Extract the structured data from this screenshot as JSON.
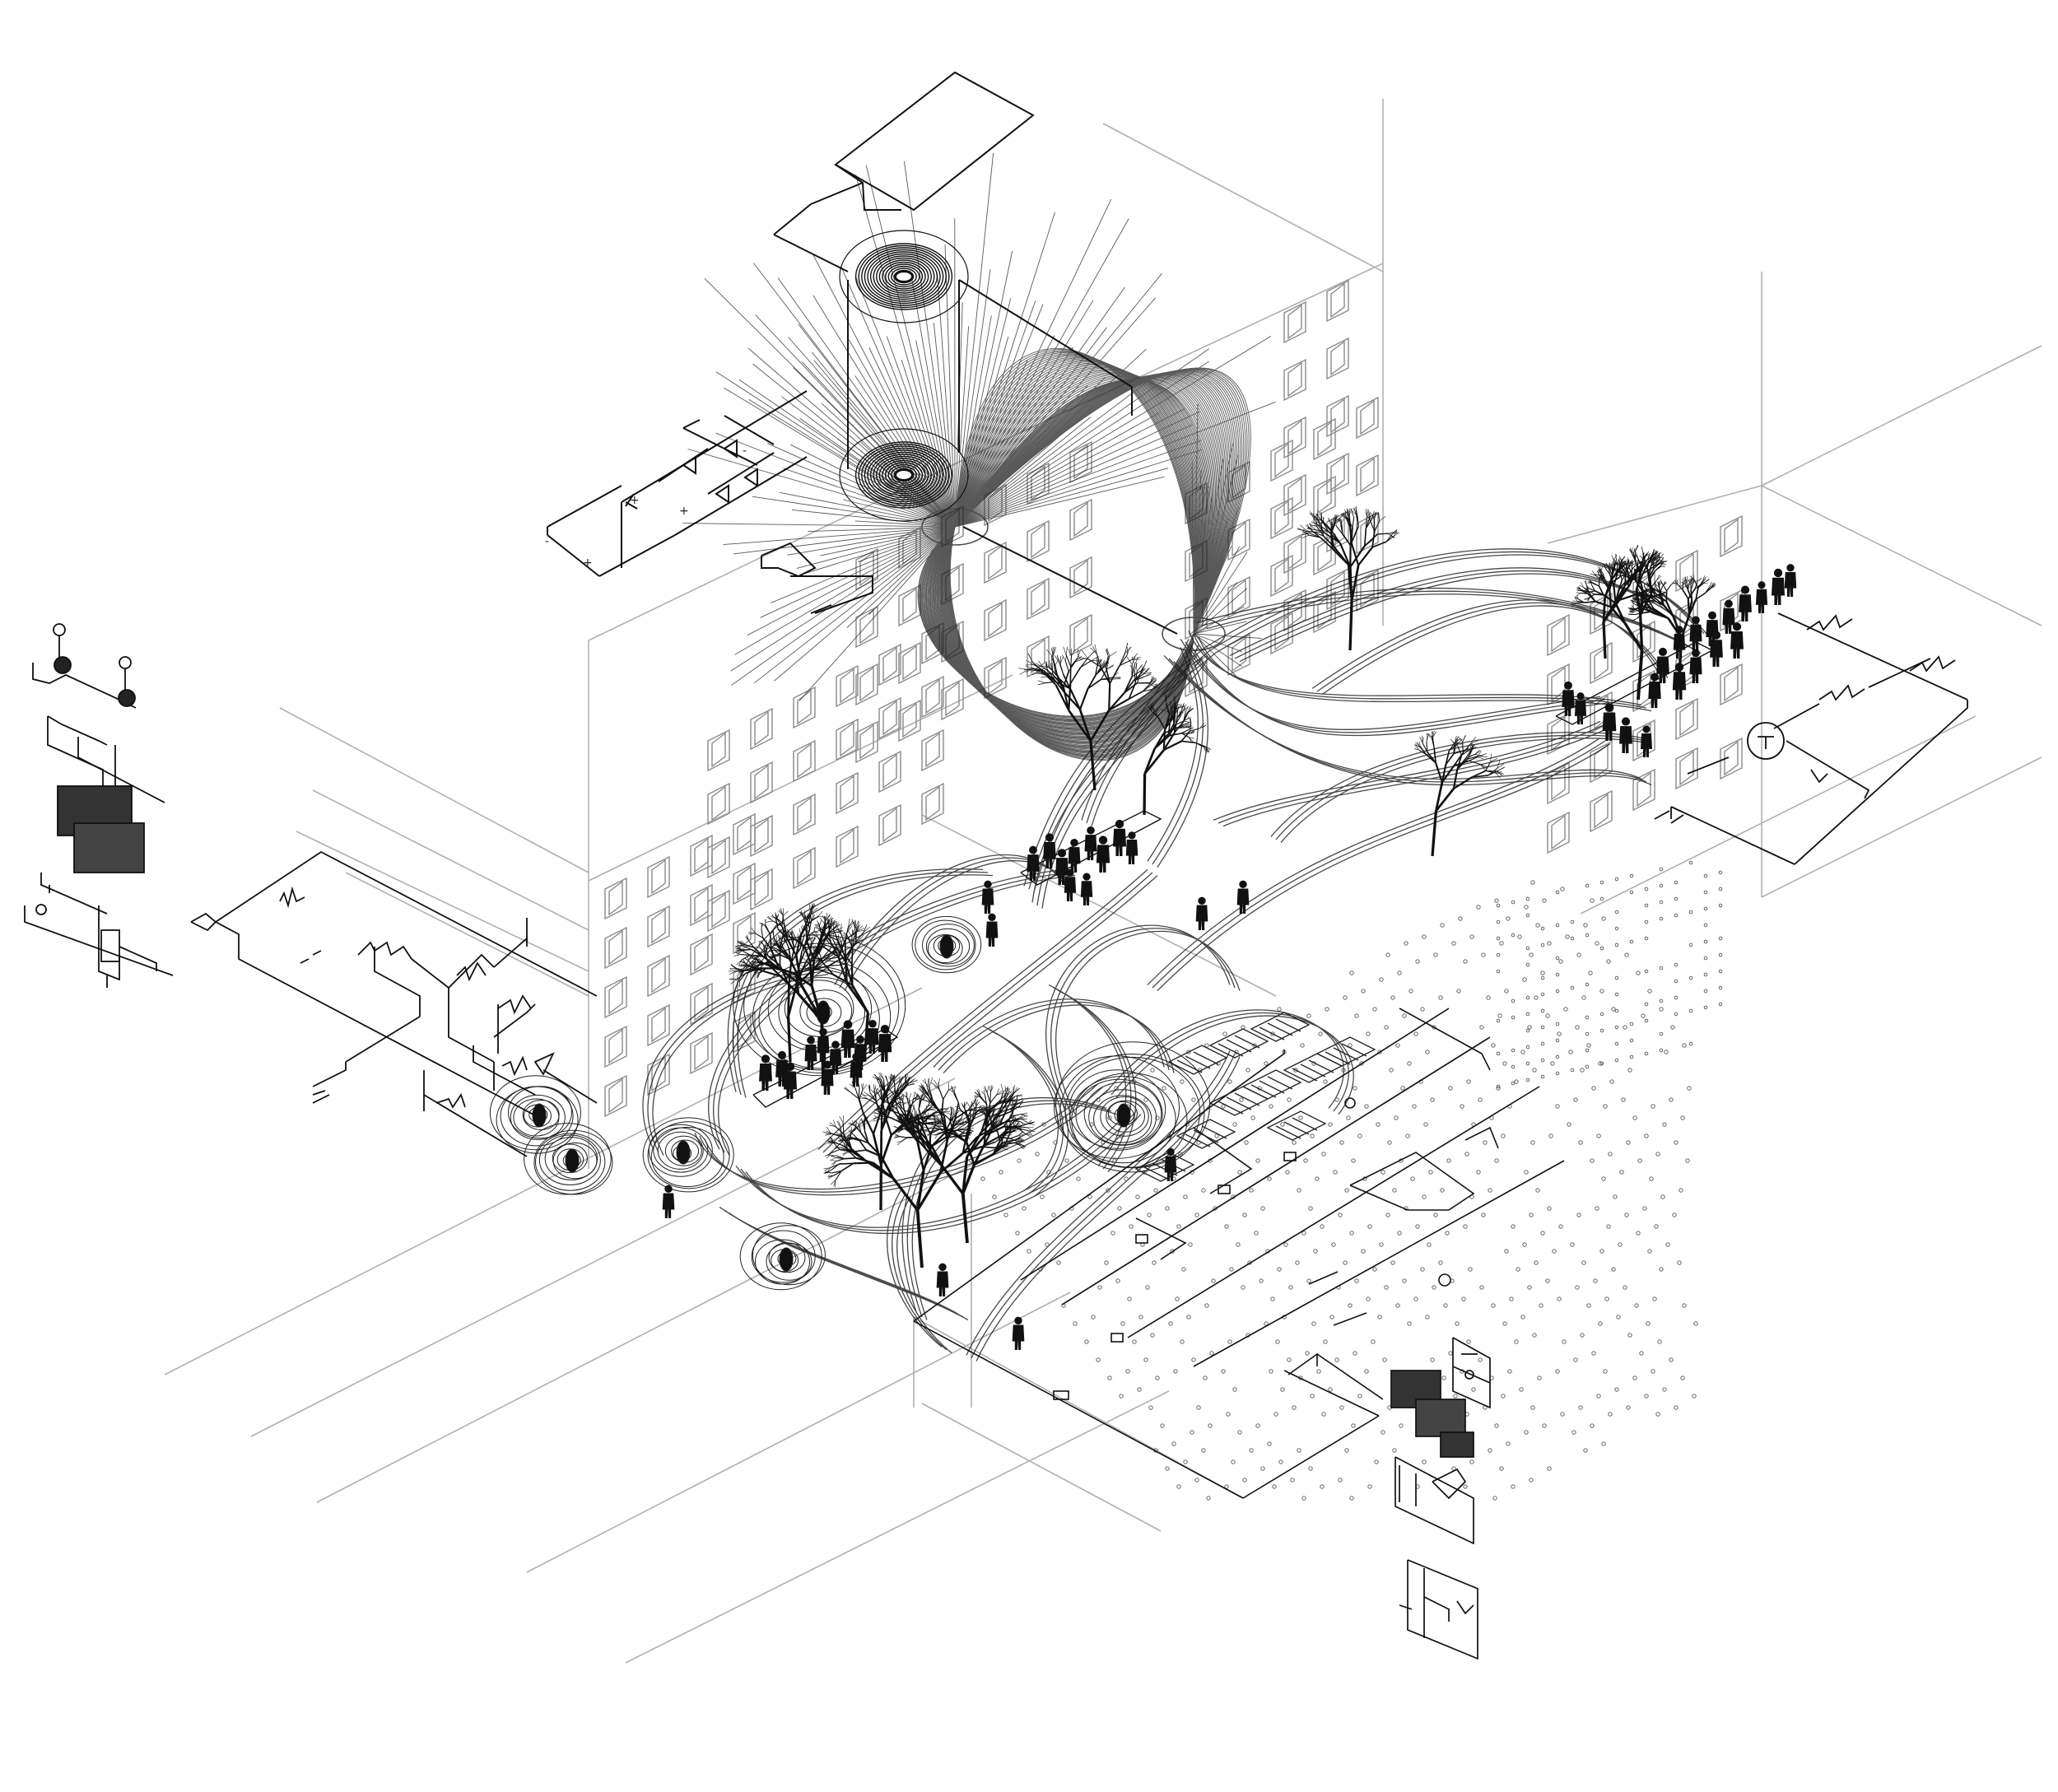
{
  "diagram": {
    "style": {
      "ink": "#111111",
      "guide": "#9a9a9a",
      "paper": "#ffffff"
    },
    "symbols": {
      "minus": "-",
      "plus": "+"
    },
    "elements": [
      "building-volume",
      "window-grid",
      "street-lines",
      "magnetic-field-lines",
      "flow-curves",
      "coil",
      "circuit-schematic",
      "tree-figure",
      "person-figure",
      "vortex",
      "node-grid",
      "circuit-board"
    ]
  }
}
